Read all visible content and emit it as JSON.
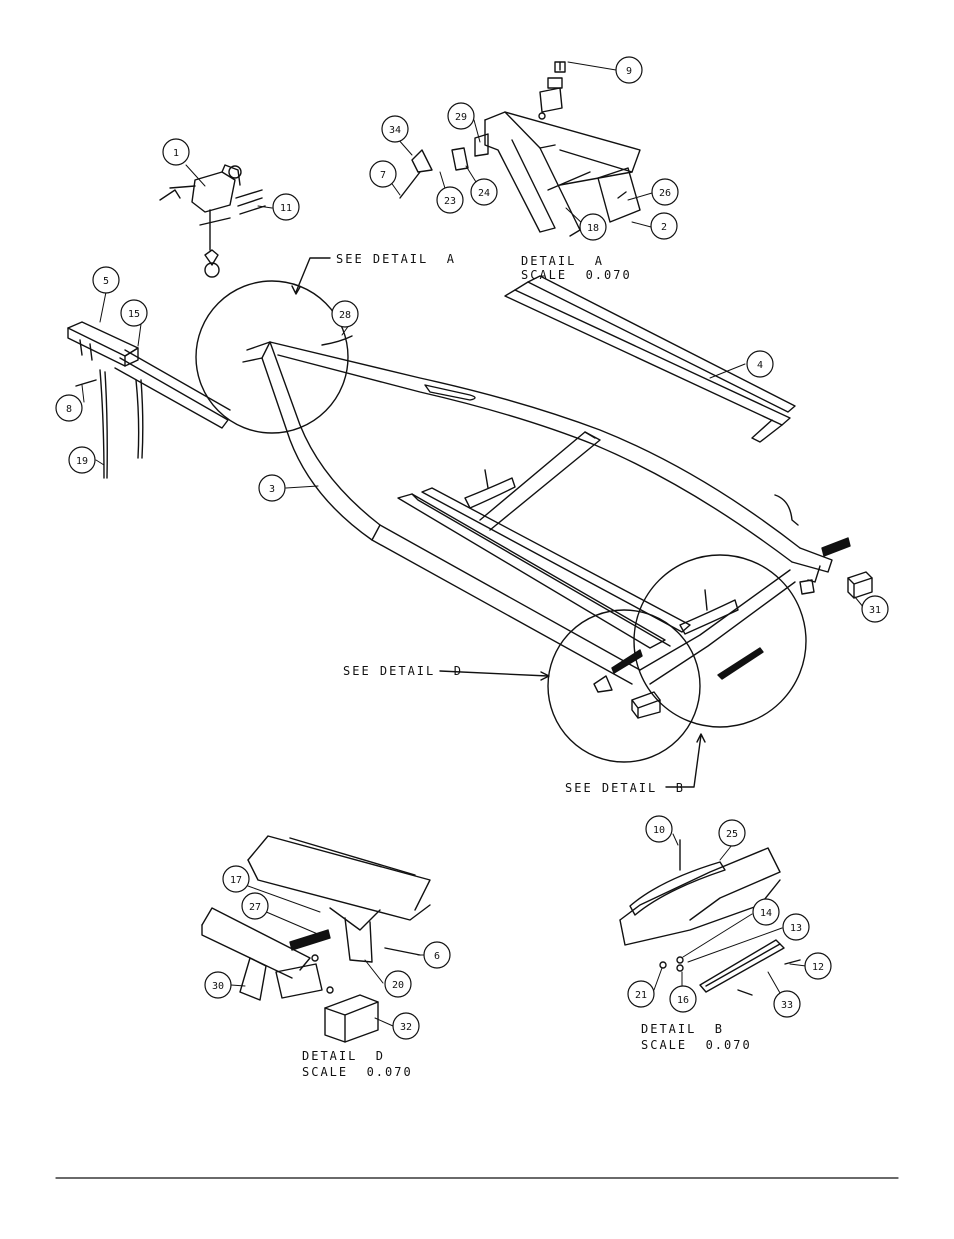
{
  "captions": {
    "see_detail_a": "SEE DETAIL  A",
    "see_detail_d": "SEE DETAIL  D",
    "see_detail_b": "SEE DETAIL  B",
    "detail_a": "DETAIL  A",
    "detail_a_scale": "SCALE  0.070",
    "detail_d": "DETAIL  D",
    "detail_d_scale": "SCALE  0.070",
    "detail_b": "DETAIL  B",
    "detail_b_scale": "SCALE  0.070"
  },
  "callouts": {
    "c1": "1",
    "c2": "2",
    "c3": "3",
    "c4": "4",
    "c5": "5",
    "c6": "6",
    "c7": "7",
    "c8": "8",
    "c9": "9",
    "c10": "10",
    "c11": "11",
    "c12": "12",
    "c13": "13",
    "c14": "14",
    "c15": "15",
    "c16": "16",
    "c17": "17",
    "c18": "18",
    "c19": "19",
    "c20": "20",
    "c21": "21",
    "c23": "23",
    "c24": "24",
    "c25": "25",
    "c26": "26",
    "c27": "27",
    "c28": "28",
    "c29": "29",
    "c30": "30",
    "c31": "31",
    "c32": "32",
    "c33": "33",
    "c34": "34"
  },
  "colors": {
    "ink": "#111111",
    "paper": "#ffffff"
  }
}
